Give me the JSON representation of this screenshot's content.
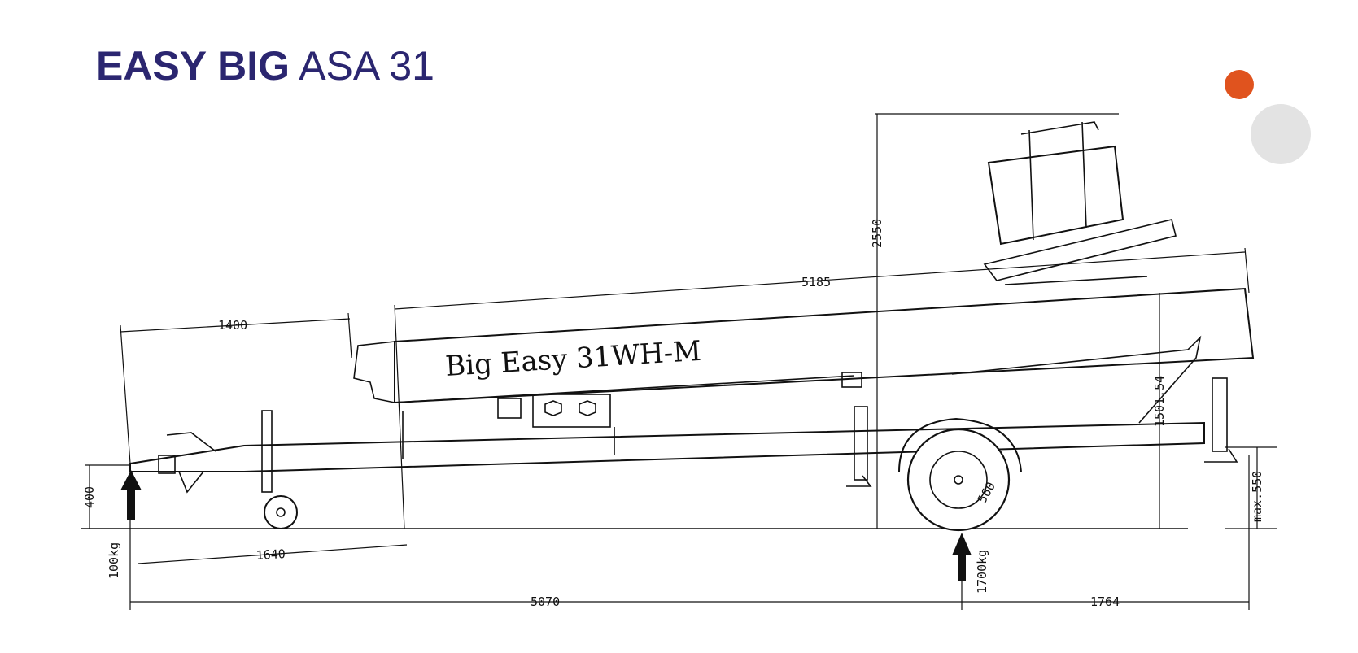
{
  "title": {
    "bold": "EASY BIG",
    "regular": "ASA 31"
  },
  "colors": {
    "title": "#2b2670",
    "accent_dot": "#e0531e",
    "gray_dot": "#e3e3e3"
  },
  "drawing": {
    "model_label": "Big Easy 31WH-M",
    "dimensions": {
      "drawbar_length": "1400",
      "boom_length": "5185",
      "total_height": "2550",
      "rear_height": "1501.54",
      "max_support": "max.550",
      "hitch_height": "400",
      "jockey_distance": "1640",
      "hitch_to_axle": "5070",
      "axle_to_rear": "1764",
      "wheel_diameter": "560"
    },
    "loads": {
      "hitch_load": "100kg",
      "axle_load": "1700kg"
    }
  }
}
